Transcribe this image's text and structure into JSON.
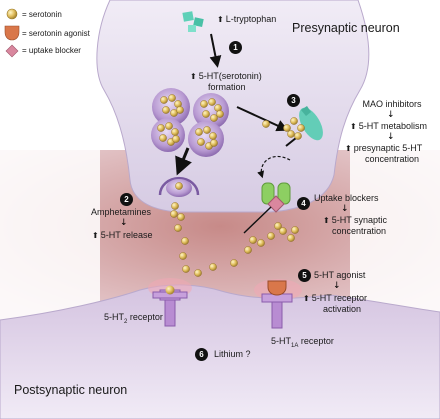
{
  "legend": {
    "serotonin": "= serotonin",
    "agonist": "= serotonin agonist",
    "blocker": "= uptake blocker"
  },
  "titles": {
    "presynaptic": "Presynaptic neuron",
    "postsynaptic": "Postsynaptic neuron"
  },
  "steps": [
    {
      "num": "1",
      "line1": "L-tryptophan",
      "line2": "5-HT(serotonin)",
      "line3": "formation"
    },
    {
      "num": "2",
      "line1": "Amphetamines",
      "line2": "5-HT release"
    },
    {
      "num": "3",
      "line1": "MAO inhibitors",
      "line2": "5-HT metabolism",
      "line3": "presynaptic 5-HT",
      "line4": "concentration"
    },
    {
      "num": "4",
      "line1": "Uptake blockers",
      "line2": "5-HT synaptic",
      "line3": "concentration"
    },
    {
      "num": "5",
      "line1": "5-HT agonist",
      "line2": "5-HT receptor",
      "line3": "activation"
    },
    {
      "num": "6",
      "line1": "Lithium ?"
    }
  ],
  "receptors": {
    "ht2_main": "5-HT",
    "ht2_sub": "2",
    "ht2_tail": " receptor",
    "ht1a_main": "5-HT",
    "ht1a_sub": "1A",
    "ht1a_tail": " receptor"
  },
  "colors": {
    "presynaptic": "#d9cfe6",
    "postsynaptic": "#dbcfe5",
    "cleft": "#c98f8f",
    "serotonin": "#e2c46a",
    "vesicle": "#a98bc6",
    "mao": "#6fd3c0",
    "agonist": "#d9774a",
    "blocker": "#d98aa0",
    "transporter": "#9cd36f",
    "receptor": "#b58ad0"
  }
}
